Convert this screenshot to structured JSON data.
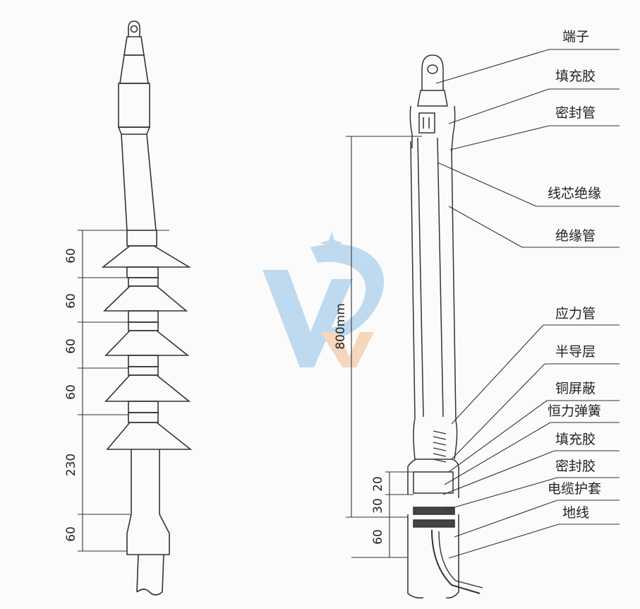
{
  "left_dimensions": [
    "60",
    "60",
    "60",
    "60",
    "230",
    "60"
  ],
  "right_dimensions": {
    "total": "800mm",
    "bottom": [
      "20",
      "30",
      "60"
    ]
  },
  "labels": [
    "端子",
    "填充胶",
    "密封管",
    "线芯绝缘",
    "绝缘管",
    "应力管",
    "半导层",
    "铜屏蔽",
    "恒力弹簧",
    "填充胶",
    "密封胶",
    "电缆护套",
    "地线"
  ],
  "colors": {
    "line": "#333333",
    "watermark_blue": "#8fbfe6",
    "watermark_orange": "#f3b98a"
  }
}
